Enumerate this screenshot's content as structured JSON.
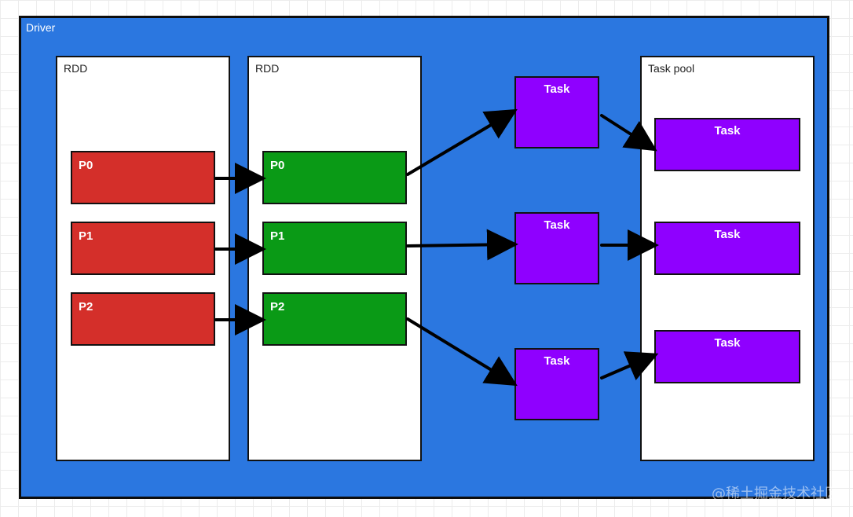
{
  "driver": {
    "label": "Driver"
  },
  "rdd1": {
    "label": "RDD",
    "partitions": [
      "P0",
      "P1",
      "P2"
    ]
  },
  "rdd2": {
    "label": "RDD",
    "partitions": [
      "P0",
      "P1",
      "P2"
    ]
  },
  "tasks": [
    "Task",
    "Task",
    "Task"
  ],
  "task_pool": {
    "label": "Task pool",
    "tasks": [
      "Task",
      "Task",
      "Task"
    ]
  },
  "watermark": "@稀土掘金技术社区",
  "colors": {
    "driver_bg": "#2b77e0",
    "partition_source": "#d42f2a",
    "partition_target": "#0a9a16",
    "task": "#8f00ff",
    "arrow": "#000000"
  }
}
